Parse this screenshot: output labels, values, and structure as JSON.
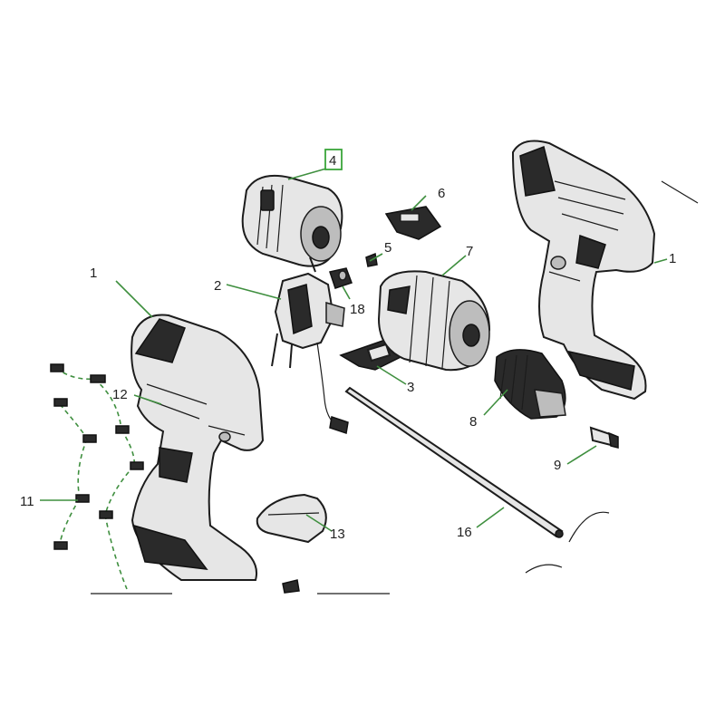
{
  "diagram": {
    "labels": {
      "housing_left": "1",
      "housing_right": "1",
      "switch": "2",
      "forward_reverse": "3",
      "motor": "4",
      "small_part": "5",
      "clip": "6",
      "gearbox": "7",
      "chuck": "8",
      "chuck_screw": "9",
      "screws": "11",
      "label_plate": "12",
      "cover": "13",
      "rod": "16",
      "led": "18"
    },
    "highlighted_part": "4",
    "colors": {
      "leader": "#3f8f3f",
      "highlight_box": "#3aa63a",
      "outline": "#1c1c1c"
    }
  }
}
